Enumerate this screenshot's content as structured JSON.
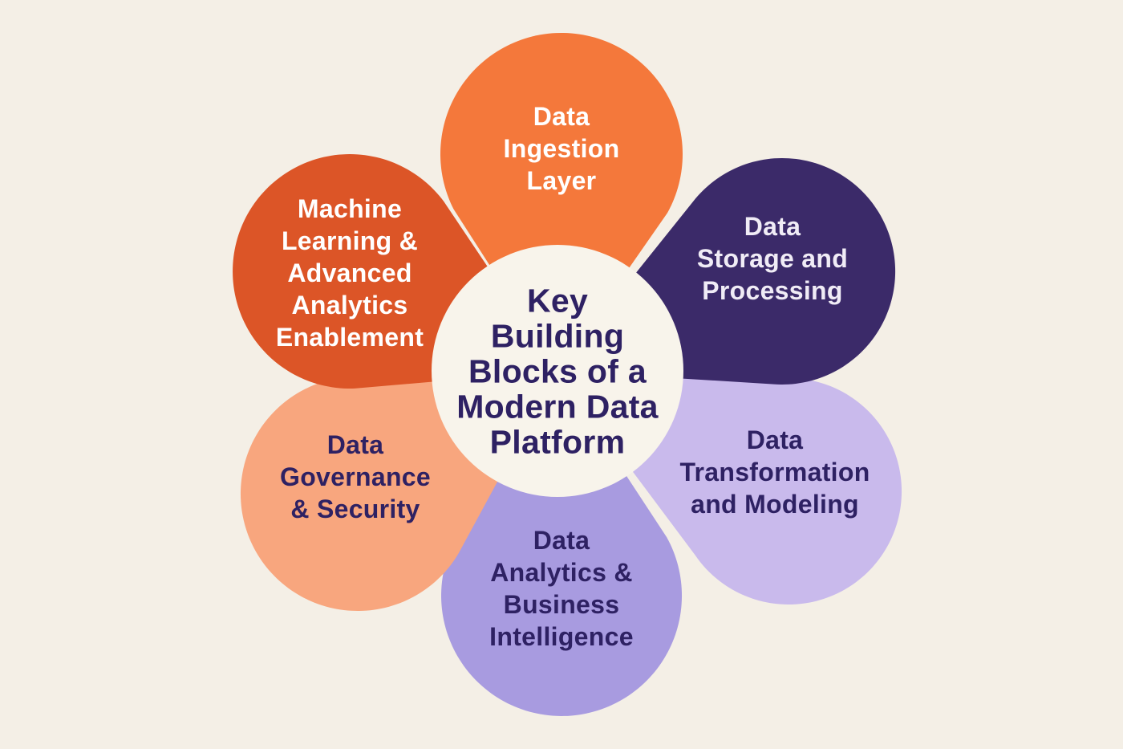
{
  "diagram": {
    "background_color": "#F4EFE6",
    "center": {
      "label": "Key Building Blocks of a Modern Data Platform",
      "lines": [
        "Key",
        "Building",
        "Blocks of a",
        "Modern Data",
        "Platform"
      ],
      "fill_color": "#F8F4EB",
      "text_color": "#2E2163"
    },
    "petals": [
      {
        "id": "data-ingestion-layer",
        "position": "top",
        "label": "Data Ingestion Layer",
        "lines": [
          "Data",
          "Ingestion",
          "Layer"
        ],
        "fill_color": "#F4783B",
        "text_color": "#FFFFFF"
      },
      {
        "id": "data-storage-and-processing",
        "position": "top-right",
        "label": "Data Storage and Processing",
        "lines": [
          "Data",
          "Storage and",
          "Processing"
        ],
        "fill_color": "#3B2A69",
        "text_color": "#F0ECF6"
      },
      {
        "id": "data-transformation-and-modeling",
        "position": "bottom-right",
        "label": "Data Transformation and Modeling",
        "lines": [
          "Data",
          "Transformation",
          "and Modeling"
        ],
        "fill_color": "#C9BAEC",
        "text_color": "#2E2163"
      },
      {
        "id": "data-analytics-and-business-intelligence",
        "position": "bottom",
        "label": "Data Analytics & Business Intelligence",
        "lines": [
          "Data",
          "Analytics &",
          "Business",
          "Intelligence"
        ],
        "fill_color": "#A89BE0",
        "text_color": "#2E2163"
      },
      {
        "id": "data-governance-and-security",
        "position": "bottom-left",
        "label": "Data Governance & Security",
        "lines": [
          "Data",
          "Governance",
          "& Security"
        ],
        "fill_color": "#F8A67E",
        "text_color": "#2E2163"
      },
      {
        "id": "machine-learning-and-advanced-analytics-enablement",
        "position": "top-left",
        "label": "Machine Learning & Advanced Analytics Enablement",
        "lines": [
          "Machine",
          "Learning &",
          "Advanced",
          "Analytics",
          "Enablement"
        ],
        "fill_color": "#DC5527",
        "text_color": "#FFFFFF"
      }
    ]
  }
}
